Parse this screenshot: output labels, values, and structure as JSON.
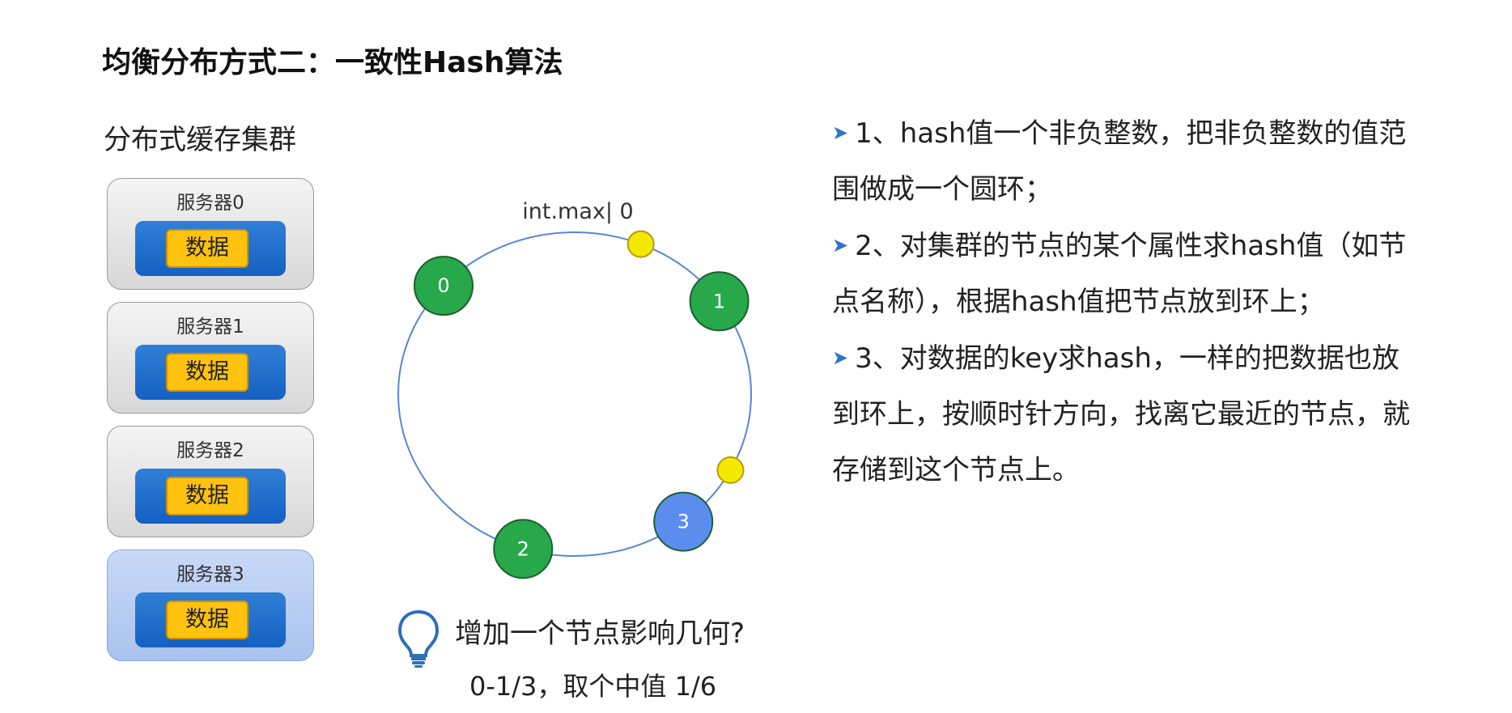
{
  "title": "均衡分布方式二：一致性Hash算法",
  "cluster": {
    "title": "分布式缓存集群",
    "servers": [
      {
        "label": "服务器0",
        "data_label": "数据",
        "active": false
      },
      {
        "label": "服务器1",
        "data_label": "数据",
        "active": false
      },
      {
        "label": "服务器2",
        "data_label": "数据",
        "active": false
      },
      {
        "label": "服务器3",
        "data_label": "数据",
        "active": true
      }
    ]
  },
  "ring": {
    "top_label": "int.max| 0",
    "nodes": [
      {
        "label": "0",
        "angle_deg": -48,
        "color": "#27a84a"
      },
      {
        "label": "1",
        "angle_deg": 55,
        "color": "#27a84a"
      },
      {
        "label": "2",
        "angle_deg": 197,
        "color": "#27a84a"
      },
      {
        "label": "3",
        "angle_deg": 142,
        "color": "#5b8def"
      }
    ],
    "data_points": [
      {
        "angle_deg": 22,
        "color": "#f5e800"
      },
      {
        "angle_deg": 118,
        "color": "#f5e800"
      }
    ],
    "ring_color": "#5a85d6"
  },
  "bullets": [
    [
      "1、hash值一个非负整数，把非负整数的值范",
      "围做成一个圆环；"
    ],
    [
      "2、对集群的节点的某个属性求hash值（如节",
      "点名称），根据hash值把节点放到环上；"
    ],
    [
      "3、对数据的key求hash，一样的把数据也放",
      "到环上，按顺时针方向，找离它最近的节点，就",
      "存储到这个节点上。"
    ]
  ],
  "question": "增加一个节点影响几何?",
  "answer": "0-1/3，取个中值 1/6",
  "icons": {
    "bullet": "arrow-right-icon",
    "idea": "lightbulb-icon"
  }
}
